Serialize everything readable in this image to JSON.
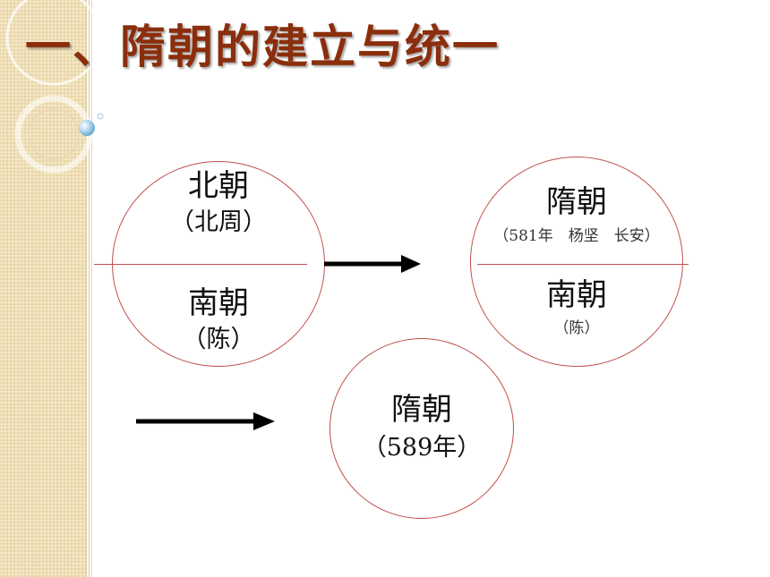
{
  "slide": {
    "title": "一、隋朝的建立与统一"
  },
  "circles": {
    "north_south": {
      "north_name": "北朝",
      "north_sub": "（北周）",
      "south_name": "南朝",
      "south_sub": "（陈）"
    },
    "sui_and_chen": {
      "sui_name": "隋朝",
      "sui_details": "（581年　杨坚　长安）",
      "chen_name": "南朝",
      "chen_sub": "（陈）"
    },
    "unified": {
      "sui_name": "隋朝",
      "year": "（589年）"
    }
  },
  "colors": {
    "title": "#8b2e0c",
    "circle_stroke": "#c0504d",
    "arrow": "#000000",
    "strip": "#efdfb6"
  }
}
